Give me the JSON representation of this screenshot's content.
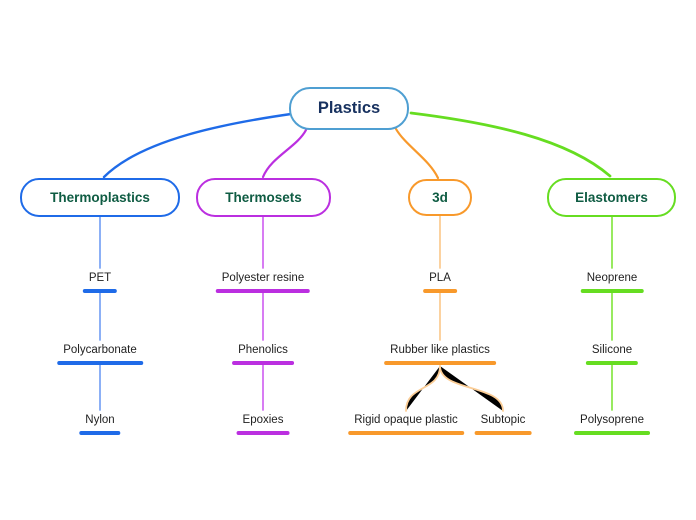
{
  "canvas": {
    "background": "#ffffff"
  },
  "colors": {
    "canvas_bg": "#ffffff",
    "root_border": "#4f9fd2",
    "root_text": "#17315f",
    "category_text": "#0f5c43",
    "topic_text": "#1f1f1f",
    "branch_blue": "#1f6be8",
    "branch_blue_light": "#7fa8f5",
    "branch_purple": "#bb2fe0",
    "branch_purple_light": "#d36ef2",
    "branch_orange": "#f8992b",
    "branch_orange_light": "#fbcd96",
    "branch_green": "#66dd21",
    "branch_green_light": "#8ce84f"
  },
  "mindmap": {
    "root": {
      "label": "Plastics"
    },
    "branches": [
      {
        "label": "Thermoplastics",
        "color": "#1f6be8",
        "children": [
          {
            "label": "PET"
          },
          {
            "label": "Polycarbonate"
          },
          {
            "label": "Nylon"
          }
        ]
      },
      {
        "label": "Thermosets",
        "color": "#bb2fe0",
        "children": [
          {
            "label": "Polyester resine"
          },
          {
            "label": "Phenolics"
          },
          {
            "label": "Epoxies"
          }
        ]
      },
      {
        "label": "3d",
        "color": "#f8992b",
        "children": [
          {
            "label": "PLA"
          },
          {
            "label": "Rubber like plastics",
            "children": [
              {
                "label": "Rigid opaque plastic"
              },
              {
                "label": "Subtopic"
              }
            ]
          }
        ]
      },
      {
        "label": "Elastomers",
        "color": "#66dd21",
        "children": [
          {
            "label": "Neoprene"
          },
          {
            "label": "Silicone"
          },
          {
            "label": "Polysoprene"
          }
        ]
      }
    ]
  }
}
